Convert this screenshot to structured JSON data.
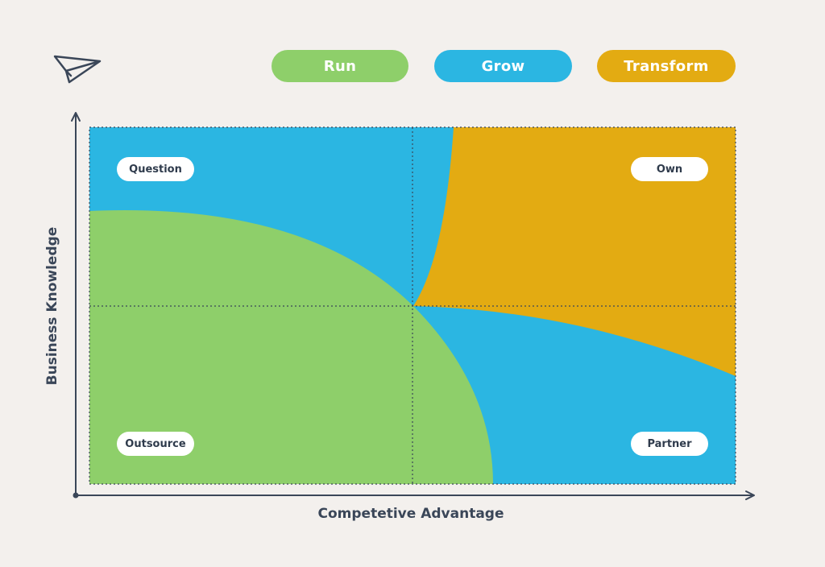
{
  "legend": {
    "items": [
      {
        "label": "Run",
        "color": "#8ecf6a"
      },
      {
        "label": "Grow",
        "color": "#2bb6e2"
      },
      {
        "label": "Transform",
        "color": "#e3ab12"
      }
    ]
  },
  "quadrants": {
    "top_left": "Question",
    "top_right": "Own",
    "bottom_left": "Outsource",
    "bottom_right": "Partner"
  },
  "axes": {
    "x_label": "Competetive Advantage",
    "y_label": "Business Knowledge"
  },
  "colors": {
    "axis": "#3a4658",
    "background": "#f3f0ed",
    "label_text": "#2f3b4c"
  },
  "icons": {
    "logo": "paper-plane-icon"
  }
}
